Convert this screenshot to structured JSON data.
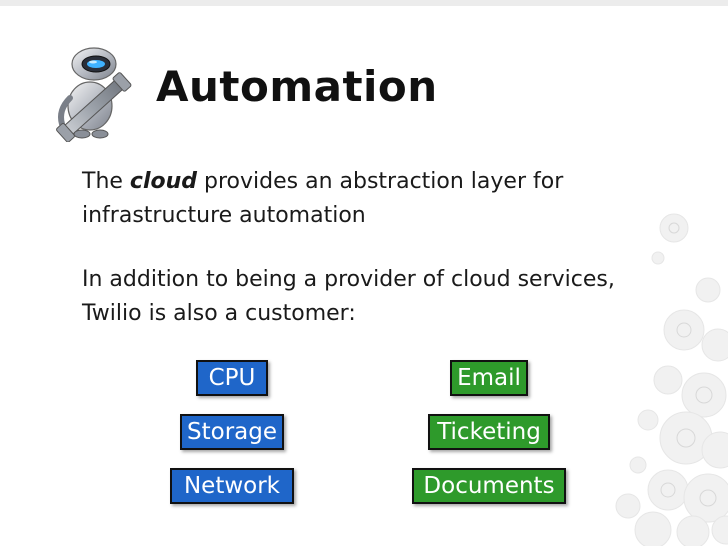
{
  "slide": {
    "title": "Automation",
    "paragraph1": {
      "before": "The ",
      "emphasis": "cloud",
      "after": " provides an abstraction layer for infrastructure automation"
    },
    "paragraph2": "In addition to being a provider of cloud services, Twilio is also a customer:",
    "left_stack": {
      "color": "#1f66c9",
      "items": [
        "CPU",
        "Storage",
        "Network"
      ]
    },
    "right_stack": {
      "color": "#2e9a2b",
      "items": [
        "Email",
        "Ticketing",
        "Documents"
      ]
    }
  },
  "icons": {
    "title_icon": "automator-robot-icon",
    "decoration": "faded-circles-decoration"
  }
}
